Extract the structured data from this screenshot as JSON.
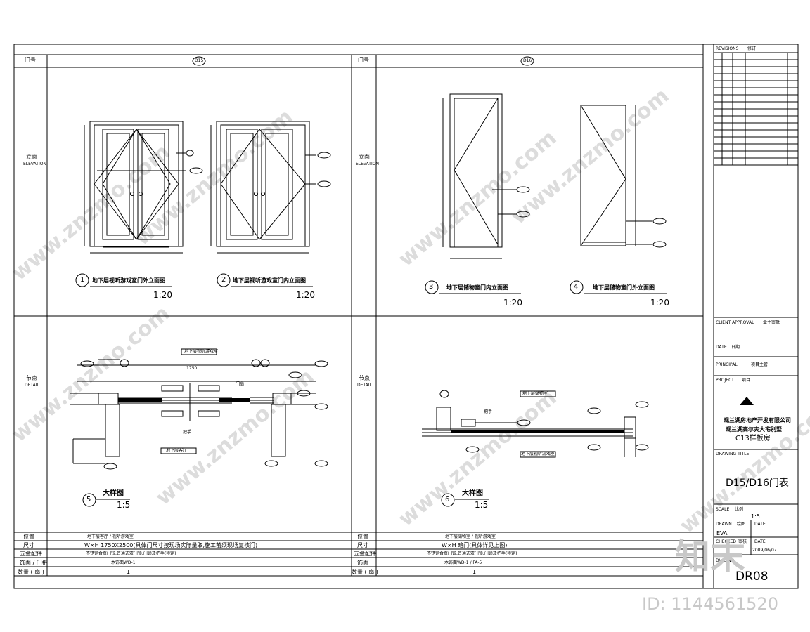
{
  "watermarks": [
    "www.znzmo.com",
    "www.znzmo.com",
    "www.znzmo.com",
    "www.znzmo.com",
    "www.znzmo.com",
    "www.znzmo.com",
    "www.znzmo.com",
    "www.znzmo.com"
  ],
  "header": {
    "door_no_label_left": "门号",
    "door_tag_left": "D15",
    "door_no_label_right": "门号",
    "door_tag_right": "D16"
  },
  "rows": {
    "elevation_label": "立面",
    "elevation_sub": "ELEVATION",
    "section_label": "节点",
    "section_sub": "DETAIL"
  },
  "drawings": [
    {
      "num": "1",
      "title": "地下层视听游戏室门外立面图",
      "scale": "1:20"
    },
    {
      "num": "2",
      "title": "地下层视听游戏室门内立面图",
      "scale": "1:20"
    },
    {
      "num": "3",
      "title": "地下层储物室门内立面图",
      "scale": "1:20"
    },
    {
      "num": "4",
      "title": "地下层储物室门外立面图",
      "scale": "1:20"
    },
    {
      "num": "5",
      "title": "大样图",
      "scale": "1:5"
    },
    {
      "num": "6",
      "title": "大样图",
      "scale": "1:5"
    }
  ],
  "detail_notes": {
    "left_top": "地下层视听游戏室",
    "left_bottom": "地下层客厅",
    "left_dim": "1750",
    "left_dim2": "门扇",
    "left_handle": "把手",
    "right_top": "地下层储物室",
    "right_bottom": "地下层视听游戏室",
    "right_handle": "把手"
  },
  "schedule_left": {
    "labels": [
      "位置",
      "尺寸",
      "五金配件",
      "饰面 / 门把",
      "数量 ( 扇 )"
    ],
    "values": [
      "地下层客厅 / 视听游戏室",
      "W×H    1750X2500(具体门尺寸按现场实际量取,施工前须现场复核门)",
      "不锈钢合页门铰,普通式双门锁,门锁及把手(待定)",
      "木饰面WD-1",
      "1"
    ]
  },
  "schedule_right": {
    "labels": [
      "位置",
      "尺寸",
      "五金配件",
      "饰面",
      "数量 ( 扇 )"
    ],
    "values": [
      "地下层储物室 / 视听游戏室",
      "W×H    暗门(具体详见上图)",
      "不锈钢合页门铰,普通式双门锁,门锁及把手(待定)",
      "木饰面WD-1 / FA-5",
      "1"
    ]
  },
  "titleblock": {
    "revisions_label": "REVISIONS",
    "revisions_col": "修订",
    "client_approval": "CLIENT APPROVAL",
    "client_approval_cn": "业主审批",
    "date_label": "DATE",
    "date_cn": "日期",
    "principal": "PRINCIPAL",
    "principal_cn": "项目主管",
    "project": "PROJECT",
    "project_cn": "项目",
    "company": "观兰湖房地产开发有限公司",
    "project_name": "观兰湖高尔夫大宅别墅",
    "house_type": "C13样板房",
    "drawing_title_label": "DRAWING TITLE",
    "drawing_title": "D15/D16门表",
    "scale_label": "SCALE",
    "scale_cn": "比例",
    "scale_val": "1:5",
    "drawn_label": "DRAWN",
    "drawn_cn": "绘图",
    "drawn_date": "DATE",
    "drawn_name": "EVA",
    "checked_label": "CHECKED",
    "checked_cn": "审核",
    "checked_date": "DATE",
    "checked_date_val": "2009/06/07",
    "drawing_no_label": "DWG NO.",
    "drawing_no": "DR08"
  },
  "brand": {
    "site_logo": "知末",
    "id_text": "ID: 1144561520"
  }
}
